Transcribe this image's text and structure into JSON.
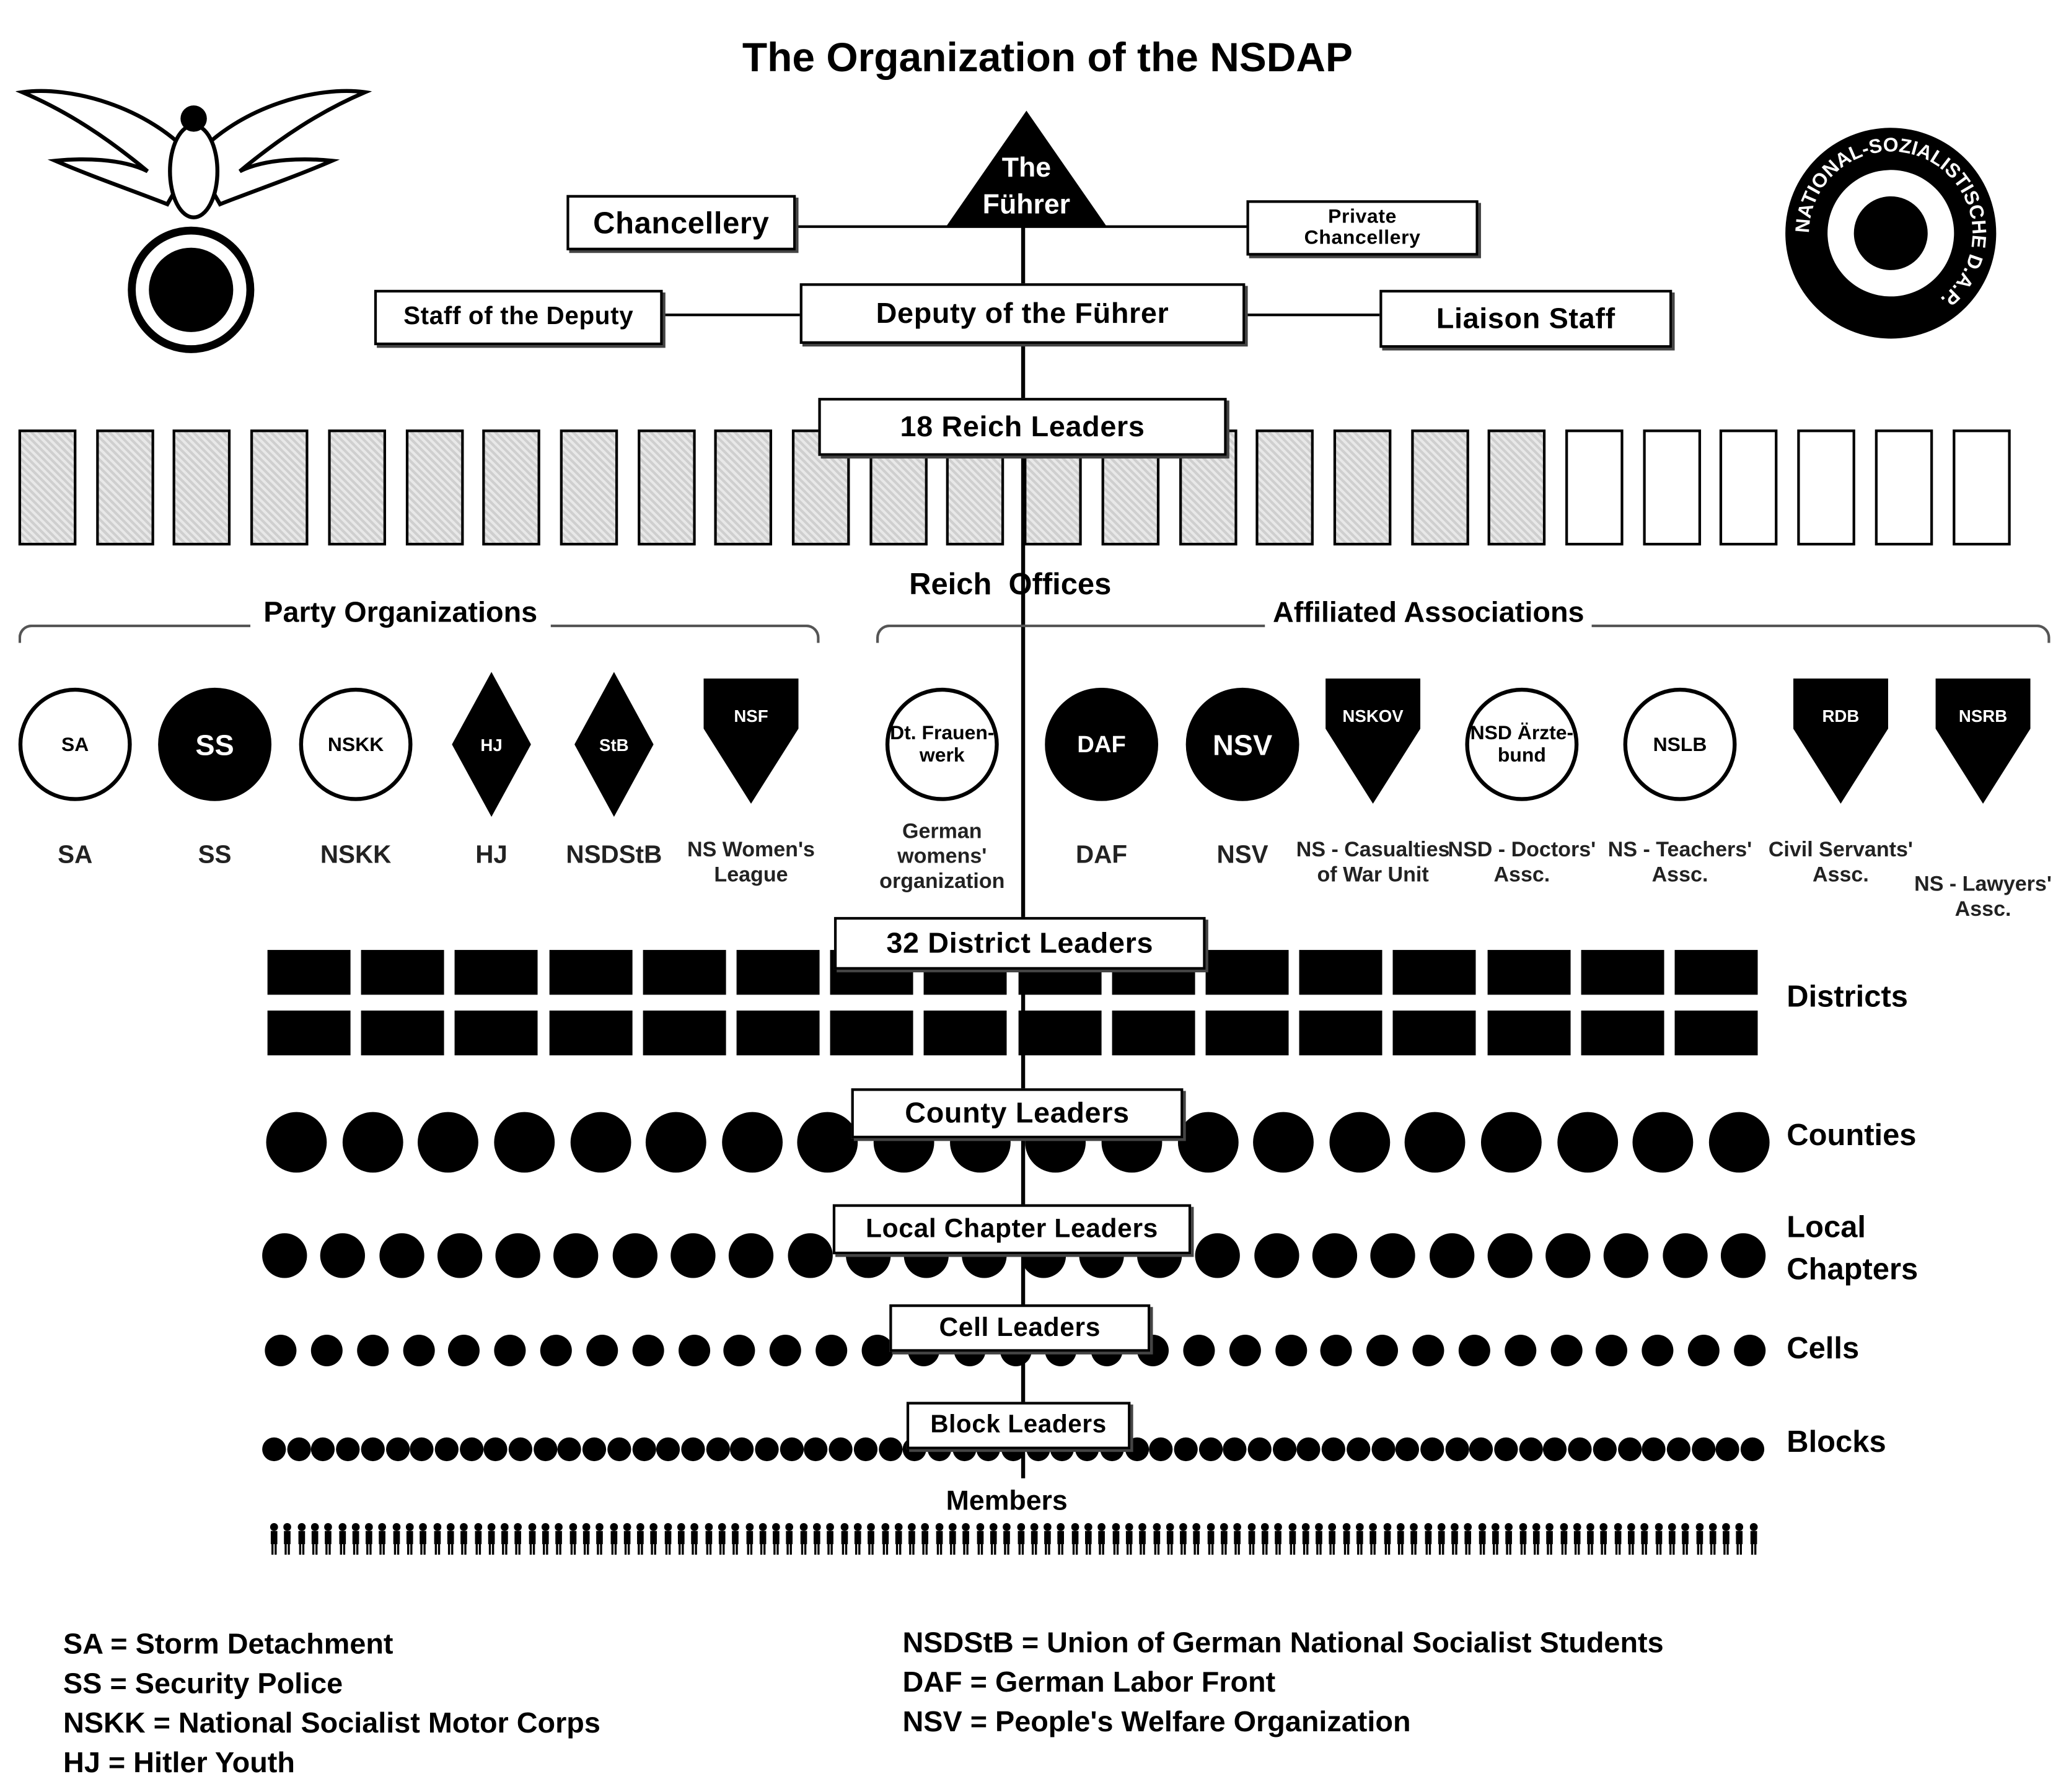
{
  "title": "The Organization of the NSDAP",
  "logos": {
    "left_eagle": "eagle emblem",
    "right_badge_text": "NATIONAL-SOZIALISTISCHE D.A.P."
  },
  "top": {
    "fuhrer": [
      "The",
      "Führer"
    ],
    "chancellery": "Chancellery",
    "private_chancellery": [
      "Private",
      "Chancellery"
    ],
    "deputy": "Deputy of the Führer",
    "staff_of_deputy": "Staff of the Deputy",
    "liaison_staff": "Liaison Staff",
    "reich_leaders": "18 Reich Leaders",
    "reich_offices": "Reich  Offices"
  },
  "groups": {
    "party_organizations": "Party Organizations",
    "affiliated_associations": "Affiliated Associations"
  },
  "organizations": [
    {
      "abbr": "SA",
      "emblem": "SA"
    },
    {
      "abbr": "SS",
      "emblem": "SS"
    },
    {
      "abbr": "NSKK",
      "emblem": "NSKK"
    },
    {
      "abbr": "HJ",
      "emblem": "HJ"
    },
    {
      "abbr": "NSDStB",
      "emblem": "StB"
    },
    {
      "abbr": "NS Women's League",
      "emblem": "NSF"
    },
    {
      "abbr": "German womens' organization",
      "emblem": "Dt. Frauen- werk"
    },
    {
      "abbr": "DAF",
      "emblem": "DAF"
    },
    {
      "abbr": "NSV",
      "emblem": "NSV"
    },
    {
      "abbr": "NS - Casualties of War Unit",
      "emblem": "NSKOV"
    },
    {
      "abbr": "NSD - Doctors' Assc.",
      "emblem": "NSD Ärzte- bund"
    },
    {
      "abbr": "NS - Teachers' Assc.",
      "emblem": "NSLB"
    },
    {
      "abbr": "Civil Servants' Assc.",
      "emblem": "RDB"
    },
    {
      "abbr": "NS - Lawyers' Assc.",
      "emblem": "NSRB"
    }
  ],
  "levels": {
    "district_leaders": "32 District Leaders",
    "county_leaders": "County Leaders",
    "local_chapter_leaders": "Local Chapter Leaders",
    "cell_leaders": "Cell Leaders",
    "block_leaders": "Block Leaders",
    "members": "Members"
  },
  "row_labels": {
    "districts": "Districts",
    "counties": "Counties",
    "local_chapters": [
      "Local",
      "Chapters"
    ],
    "cells": "Cells",
    "blocks": "Blocks"
  },
  "legend": {
    "left": [
      "SA = Storm Detachment",
      "SS = Security Police",
      "NSKK = National Socialist Motor Corps",
      "HJ = Hitler Youth"
    ],
    "right": [
      "NSDStB = Union of German National Socialist Students",
      "DAF = German Labor Front",
      "NSV = People's Welfare Organization"
    ]
  }
}
